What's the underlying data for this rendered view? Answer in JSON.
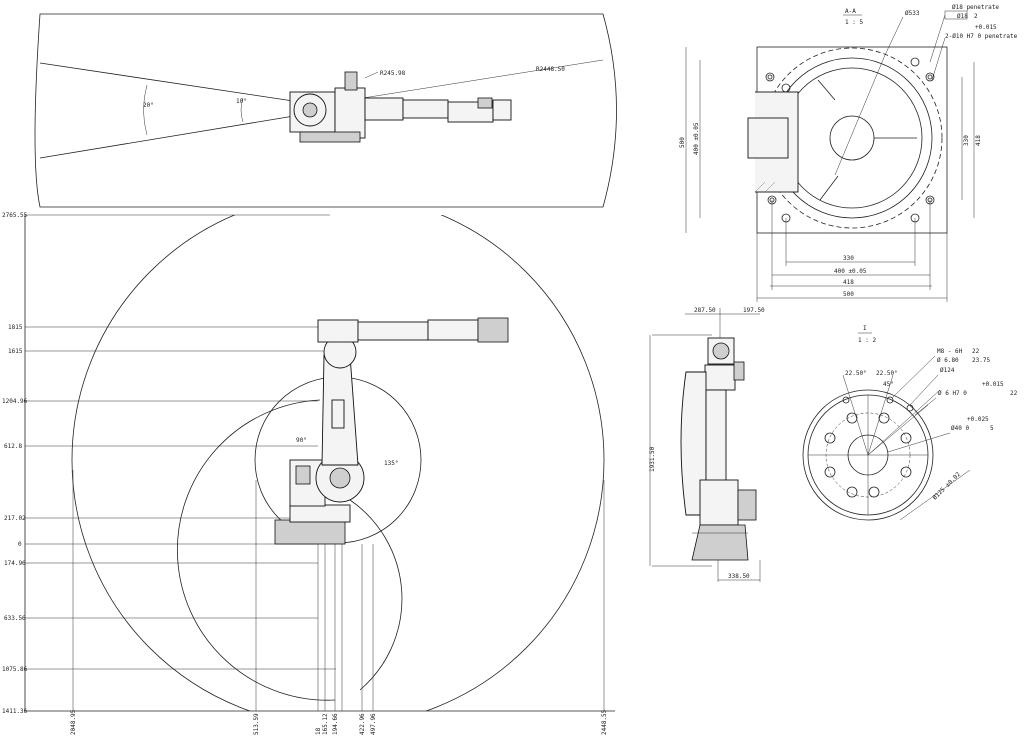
{
  "top_view": {
    "angle_left": "20°",
    "angle_inner": "10°",
    "radius_inner": "R245.98",
    "radius_outer": "R2448.50"
  },
  "side_view": {
    "y_labels": [
      "2765.55",
      "1815",
      "1615",
      "1204.96",
      "612.8",
      "217.02",
      "0",
      "174.96",
      "633.56",
      "1075.86",
      "1411.36"
    ],
    "x_labels": [
      "2048.95",
      "513.59",
      "18",
      "165.12",
      "194.66",
      "422.96",
      "497.96",
      "2448.55"
    ],
    "angle_a": "90°",
    "angle_b": "135°"
  },
  "section_aa": {
    "title": "A-A",
    "scale": "1 : 5",
    "callouts": [
      "Ø533",
      "Ø18 penetrate",
      "Ø18",
      "2",
      "+0.015",
      "2-Ø10 H7  0  penetrate"
    ],
    "left_dims": [
      "500",
      "400 ±0.05"
    ],
    "right_dims": [
      "330",
      "418"
    ],
    "bottom_dims": [
      "330",
      "400 ±0.05",
      "418",
      "500"
    ]
  },
  "profile_view": {
    "top_dims": [
      "287.50",
      "197.50"
    ],
    "height": "1931.50",
    "base": "338.50"
  },
  "detail_i": {
    "title": "I",
    "scale": "1 : 2",
    "callouts": [
      "M8 - 6H",
      "22",
      "Ø 6.80",
      "23.75",
      "Ø124",
      "+0.015",
      "Ø 6 H7  0",
      "22",
      "+0.025",
      "Ø40  0",
      "5",
      "Ø125 ±0.02"
    ],
    "angles": [
      "22.50°",
      "22.50°",
      "45°"
    ]
  }
}
